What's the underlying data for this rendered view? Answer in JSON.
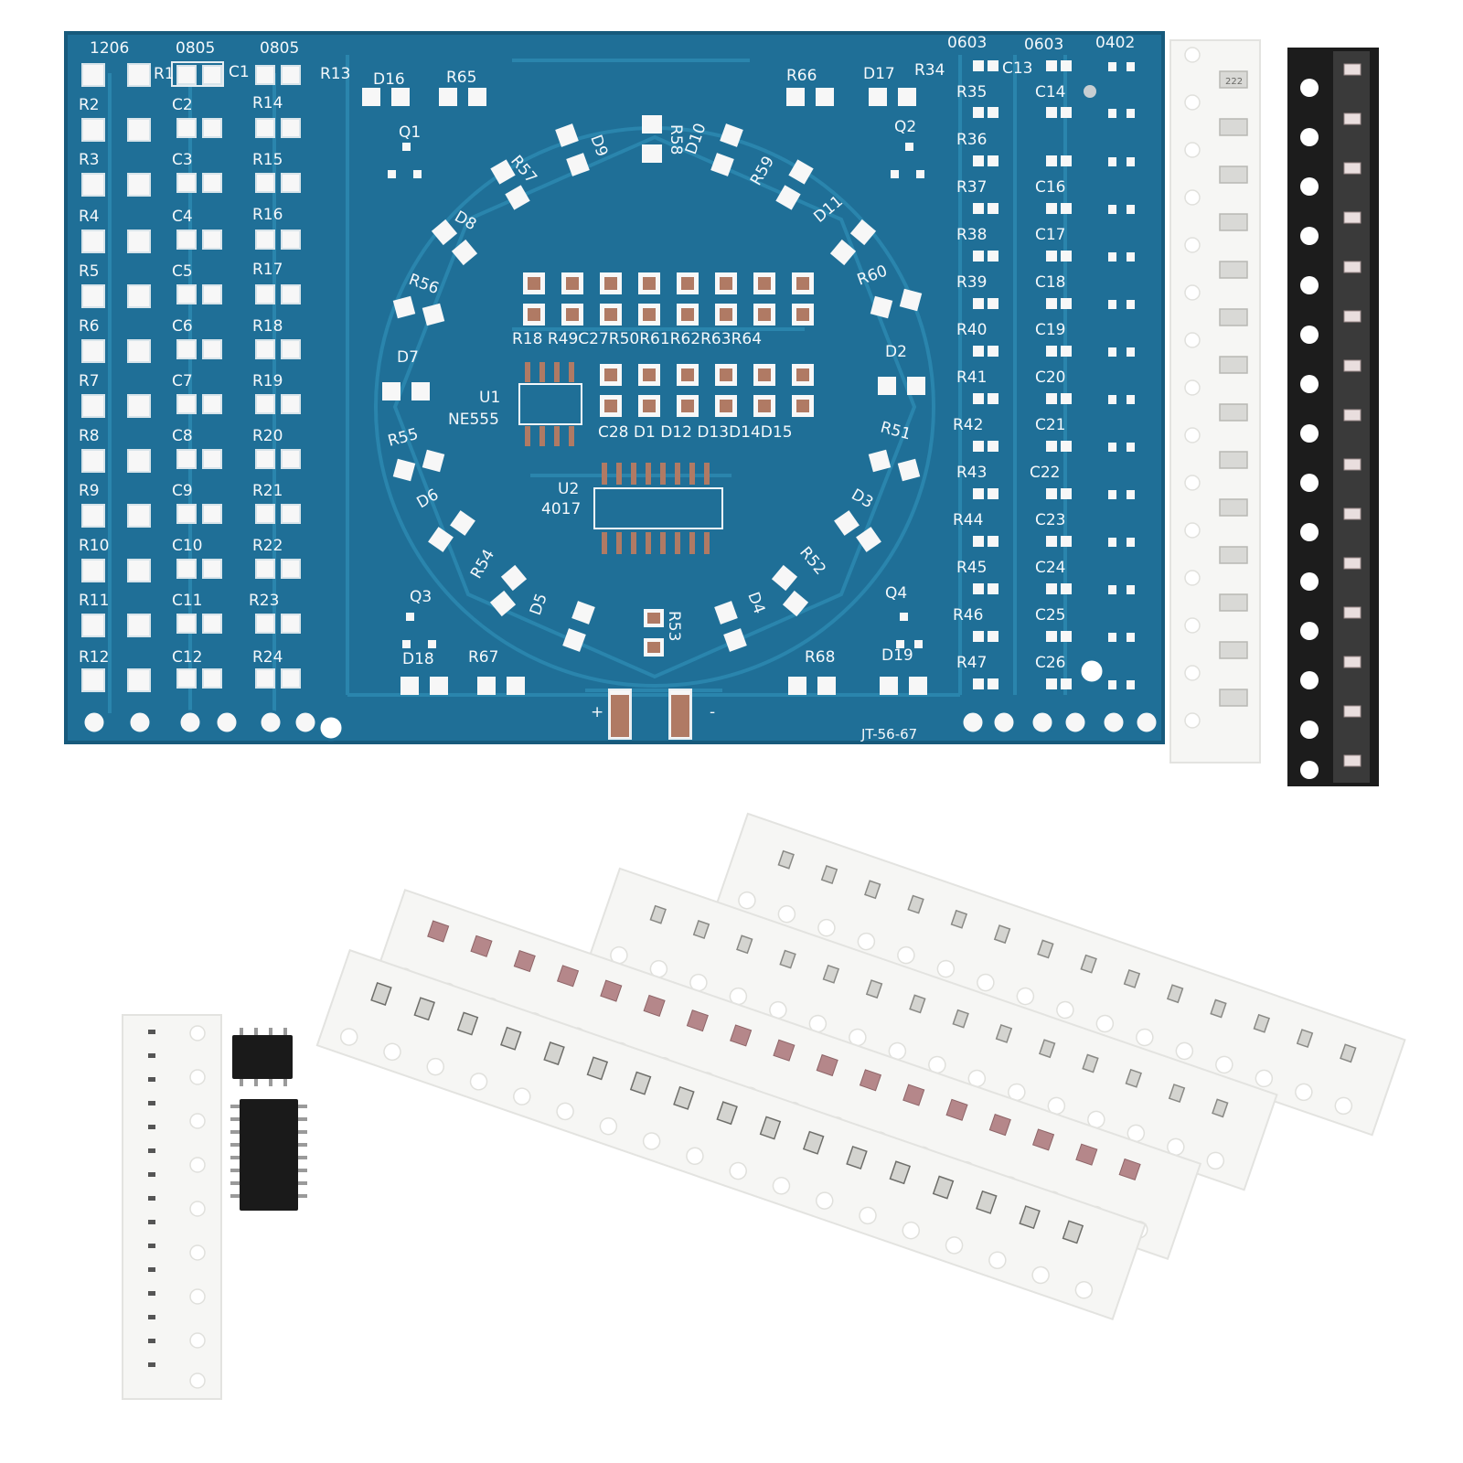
{
  "colors": {
    "board": "#1f6f97",
    "board_edge": "#175a7c",
    "trace": "#2a85ad",
    "silkscreen": "#f4f8fb",
    "pad": "#f7f7f7",
    "solder_pad": "#b07a64",
    "tape": "#f6f6f4",
    "black_tape": "#1c1c1c"
  },
  "board": {
    "footprint_headers": {
      "col1": "1206",
      "col2": "0805",
      "col3": "0805",
      "col4": "0603",
      "col5": "0603",
      "col6": "0402"
    },
    "left_labels": {
      "col1": [
        "R1",
        "R2",
        "R3",
        "R4",
        "R5",
        "R6",
        "R7",
        "R8",
        "R9",
        "R10",
        "R11",
        "R12"
      ],
      "col2": [
        "C1",
        "C2",
        "C3",
        "C4",
        "C5",
        "C6",
        "C7",
        "C8",
        "C9",
        "C10",
        "C11",
        "C12"
      ],
      "col3": [
        "R13",
        "R14",
        "R15",
        "R16",
        "R17",
        "R18",
        "R19",
        "R20",
        "R21",
        "R22",
        "R23",
        "R24"
      ]
    },
    "right_labels": {
      "col4": [
        "R34",
        "R35",
        "R36",
        "R37",
        "R38",
        "R39",
        "R40",
        "R41",
        "R42",
        "R43",
        "R44",
        "R45",
        "R46",
        "R47"
      ],
      "col5": [
        "C13",
        "C14",
        "C16",
        "C17",
        "C18",
        "C19",
        "C20",
        "C21",
        "C22",
        "C23",
        "C24",
        "C25",
        "C26"
      ]
    },
    "center_labels": {
      "d16": "D16",
      "r65": "R65",
      "q1": "Q1",
      "r66": "R66",
      "d17": "D17",
      "q2": "Q2",
      "r58": "R58",
      "d9": "D9",
      "d10": "D10",
      "r57": "R57",
      "r59": "R59",
      "d8": "D8",
      "d11": "D11",
      "r56": "R56",
      "r60": "R60",
      "row_top": "R18  R49C27R50R61R62R63R64",
      "d7": "D7",
      "d2": "D2",
      "u1": "U1",
      "ne555": "NE555",
      "row_bottom": "C28  D1  D12  D13D14D15",
      "r55": "R55",
      "r51": "R51",
      "u2": "U2",
      "ic4017": "4017",
      "d6": "D6",
      "d3": "D3",
      "r54": "R54",
      "r52": "R52",
      "d5": "D5",
      "r53": "R53",
      "d4": "D4",
      "q3": "Q3",
      "q4": "Q4",
      "d18": "D18",
      "r67": "R67",
      "r68": "R68",
      "d19": "D19",
      "plus": "+",
      "minus": "-",
      "board_id": "JT-56-67"
    }
  },
  "tape_marking": "222"
}
